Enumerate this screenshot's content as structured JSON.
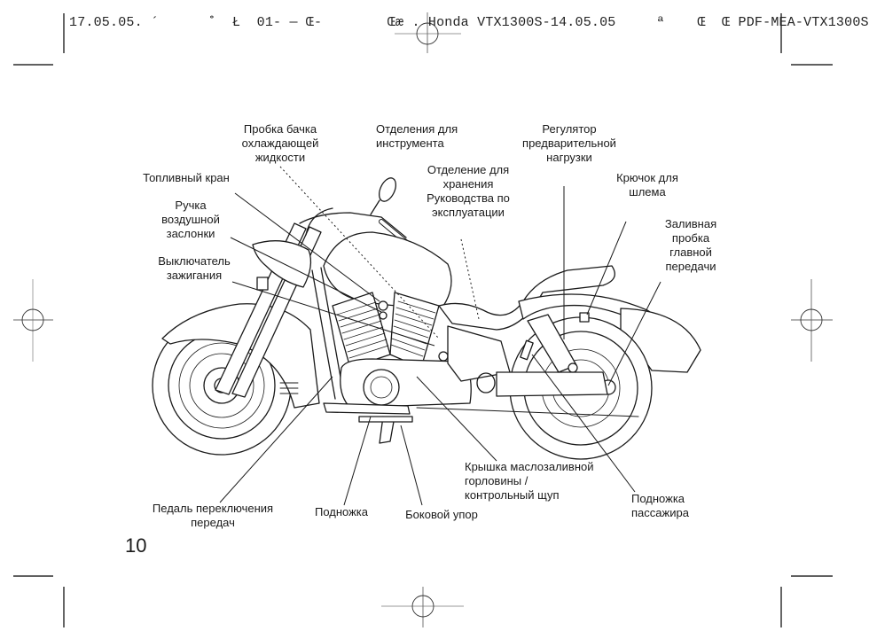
{
  "header": {
    "print_slug": "17.05.05. ´      ˚  Ł  01- — Œ-        Œæ . Honda VTX1300S-14.05.05     ª    Œ  Œ PDF-MEA-VTX1300S"
  },
  "page_number": "10",
  "figure": {
    "subject": "motorcycle-side-view-left",
    "callouts": [
      {
        "id": "coolant-cap",
        "text": "Пробка бачка\nохлаждающей\nжидкости",
        "leader": "dotted"
      },
      {
        "id": "tool-compartment",
        "text": "Отделения для\nинструмента",
        "leader": "dotted"
      },
      {
        "id": "fuel-valve",
        "text": "Топливный кран",
        "leader": "solid"
      },
      {
        "id": "manual-storage",
        "text": "Отделение для\nхранения\nРуководства по\nэксплуатации",
        "leader": "dotted"
      },
      {
        "id": "preload-adjuster",
        "text": "Регулятор\nпредварительной\nнагрузки",
        "leader": "solid"
      },
      {
        "id": "helmet-holder",
        "text": "Крючок для\nшлема",
        "leader": "solid"
      },
      {
        "id": "choke-knob",
        "text": "Ручка\nвоздушной\nзаслонки",
        "leader": "solid"
      },
      {
        "id": "final-drive-filler",
        "text": "Заливная\nпробка\nглавной\nпередачи",
        "leader": "solid"
      },
      {
        "id": "ignition-switch",
        "text": "Выключатель\nзажигания",
        "leader": "solid"
      },
      {
        "id": "shift-pedal",
        "text": "Педаль переключения\nпередач",
        "leader": "solid"
      },
      {
        "id": "footpeg",
        "text": "Подножка",
        "leader": "solid"
      },
      {
        "id": "side-stand",
        "text": "Боковой упор",
        "leader": "solid"
      },
      {
        "id": "oil-filler-cap",
        "text": "Крышка маслозаливной\nгорловины /\nконтрольный щуп",
        "leader": "solid"
      },
      {
        "id": "passenger-footpeg",
        "text": "Подножка\nпассажира",
        "leader": "solid"
      }
    ]
  }
}
